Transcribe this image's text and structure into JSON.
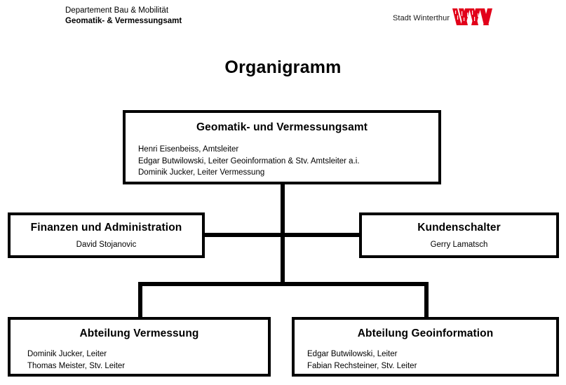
{
  "header": {
    "department_line": "Departement Bau & Mobilität",
    "office_line": "Geomatik- & Vermessungsamt",
    "logo_text": "Stadt Winterthur",
    "logo_icon": "winterthur-w-mark",
    "logo_color": "#e2001a"
  },
  "title": "Organigramm",
  "chart_data": {
    "type": "diagram",
    "diagram_kind": "org-chart",
    "nodes": [
      {
        "id": "top",
        "title": "Geomatik- und Vermessungsamt",
        "lines": [
          "Henri Eisenbeiss, Amtsleiter",
          "Edgar Butwilowski, Leiter Geoinformation & Stv. Amtsleiter a.i.",
          "Dominik Jucker, Leiter Vermessung"
        ],
        "level": 0,
        "align": "left"
      },
      {
        "id": "finanzen",
        "title": "Finanzen und Administration",
        "lines": [
          "David Stojanovic"
        ],
        "level": 1,
        "align": "center"
      },
      {
        "id": "kundenschalter",
        "title": "Kundenschalter",
        "lines": [
          "Gerry Lamatsch"
        ],
        "level": 1,
        "align": "center"
      },
      {
        "id": "vermessung",
        "title": "Abteilung Vermessung",
        "lines": [
          "Dominik Jucker, Leiter",
          "Thomas Meister, Stv. Leiter"
        ],
        "level": 2,
        "align": "left"
      },
      {
        "id": "geoinformation",
        "title": "Abteilung Geoinformation",
        "lines": [
          "Edgar Butwilowski, Leiter",
          "Fabian Rechsteiner, Stv. Leiter"
        ],
        "level": 2,
        "align": "left"
      }
    ],
    "edges": [
      {
        "from": "top",
        "to": "finanzen"
      },
      {
        "from": "top",
        "to": "kundenschalter"
      },
      {
        "from": "top",
        "to": "vermessung"
      },
      {
        "from": "top",
        "to": "geoinformation"
      }
    ],
    "line_color": "#000000",
    "box_border_color": "#000000",
    "background": "#ffffff"
  }
}
